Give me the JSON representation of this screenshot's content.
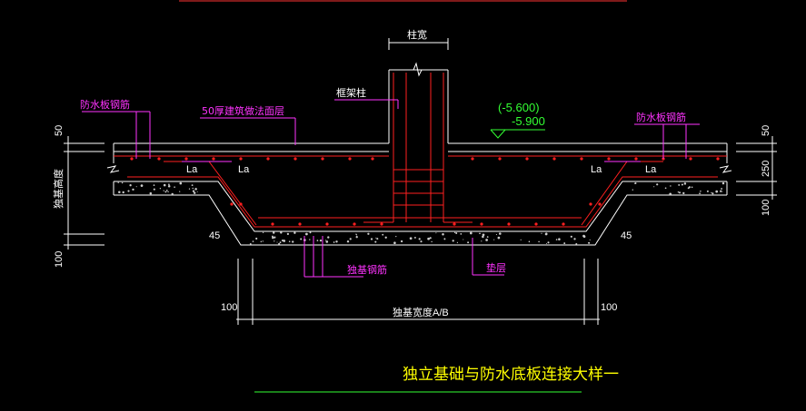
{
  "title": "独立基础与防水底板连接大样一",
  "labels": {
    "column_width": "柱宽",
    "waterproof_rebar_left": "防水板钢筋",
    "waterproof_rebar_right": "防水板钢筋",
    "surface_layer": "50厚建筑做法面层",
    "frame_column": "框架柱",
    "elev_upper": "(-5.600)",
    "elev_lower": "-5.900",
    "foundation_height": "独基高度",
    "foundation_rebar": "独基钢筋",
    "cushion": "垫层",
    "foundation_width": "独基宽度A/B",
    "La": "La",
    "angle_left": "45",
    "angle_right": "45"
  },
  "dims": {
    "left_50": "50",
    "left_100": "100",
    "right_50": "50",
    "right_250": "250",
    "right_100": "100",
    "bottom_left_100": "100",
    "bottom_right_100": "100"
  },
  "colors": {
    "background": "#000000",
    "magenta": "#ff33ff",
    "red": "#ff2020",
    "white": "#ffffff",
    "green": "#33ff33",
    "yellow": "#ffff00"
  }
}
